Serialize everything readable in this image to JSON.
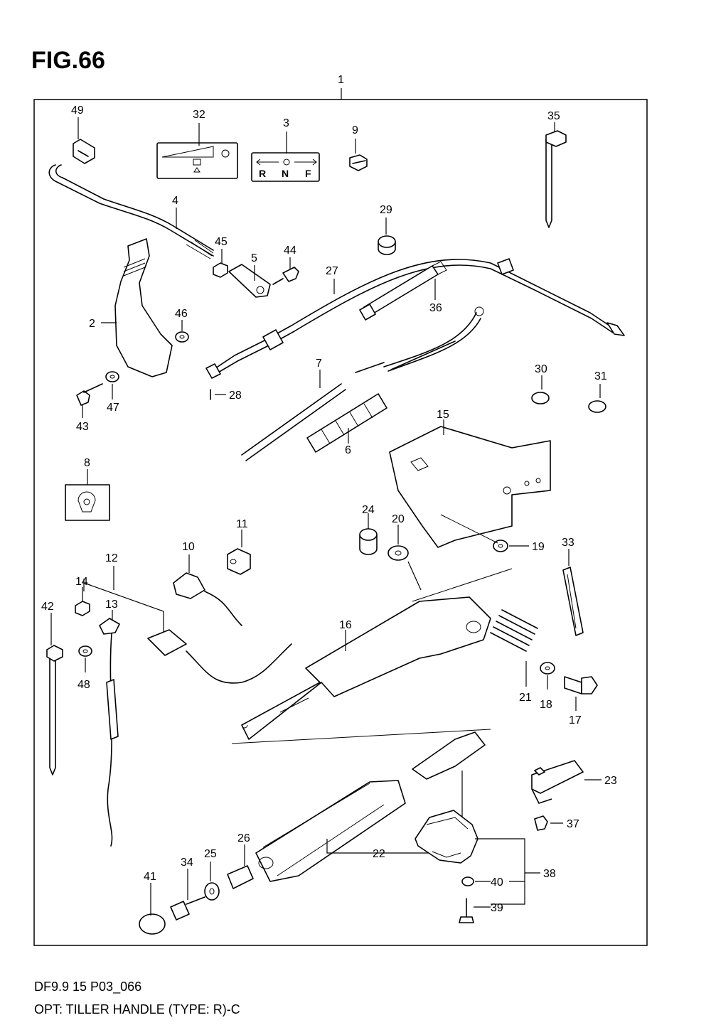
{
  "figure": {
    "title": "FIG.66"
  },
  "footer": {
    "line1": "DF9.9 15 P03_066",
    "line2": "OPT: TILLER HANDLE (TYPE: R)-C"
  },
  "decals": {
    "decal3": [
      "R",
      "N",
      "F"
    ]
  },
  "callouts": [
    "1",
    "2",
    "3",
    "4",
    "5",
    "6",
    "7",
    "8",
    "9",
    "10",
    "11",
    "12",
    "13",
    "14",
    "15",
    "16",
    "17",
    "18",
    "19",
    "20",
    "21",
    "22",
    "23",
    "24",
    "25",
    "26",
    "27",
    "28",
    "29",
    "30",
    "31",
    "32",
    "33",
    "34",
    "35",
    "36",
    "37",
    "38",
    "39",
    "40",
    "41",
    "42",
    "43",
    "44",
    "45",
    "46",
    "47",
    "48",
    "49"
  ]
}
